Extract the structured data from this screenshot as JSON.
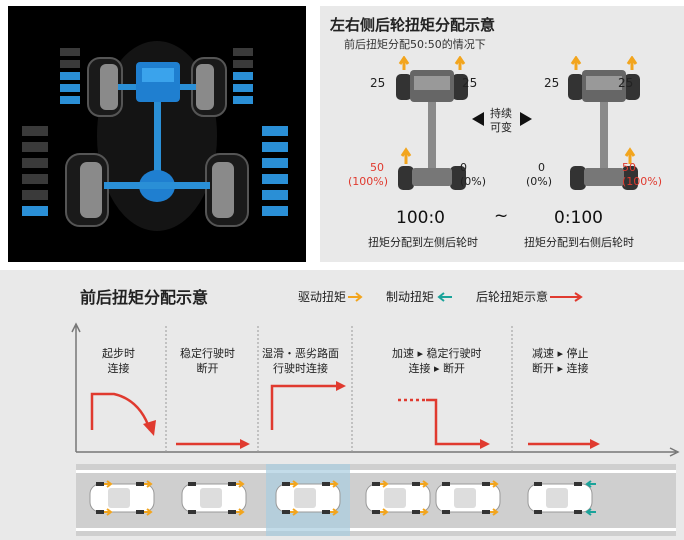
{
  "top_right": {
    "title": "左右侧后轮扭矩分配示意",
    "subtitle": "前后扭矩分配50:50的情况下",
    "left_chassis": {
      "front_left": "25",
      "front_right": "25",
      "rear_left_value": "50",
      "rear_left_pct": "(100%)",
      "rear_right_value": "0",
      "rear_right_pct": "(0%)",
      "ratio": "100:0",
      "caption": "扭矩分配到左侧后轮时"
    },
    "right_chassis": {
      "front_left": "25",
      "front_right": "25",
      "rear_left_value": "0",
      "rear_left_pct": "(0%)",
      "rear_right_value": "50",
      "rear_right_pct": "(100%)",
      "ratio": "0:100",
      "caption": "扭矩分配到右侧后轮时"
    },
    "middle_label_1": "持续",
    "middle_label_2": "可变",
    "tilde": "~"
  },
  "bottom": {
    "title": "前后扭矩分配示意",
    "legend": [
      {
        "label": "驱动扭矩",
        "color": "#f2a51e"
      },
      {
        "label": "制动扭矩",
        "color": "#1aa39a"
      },
      {
        "label": "后轮扭矩示意",
        "color": "#e03a2f"
      }
    ],
    "phases": [
      {
        "line1": "起步时",
        "line2": "连接"
      },
      {
        "line1": "稳定行驶时",
        "line2": "断开"
      },
      {
        "line1": "湿滑・恶劣路面",
        "line2": "行驶时连接"
      },
      {
        "line1": "加速 ▸ 稳定行驶时",
        "line2": "连接 ▸ 断开"
      },
      {
        "line1": "减速 ▸ 停止",
        "line2": "断开 ▸ 连接"
      }
    ]
  },
  "colors": {
    "blue": "#2a8fd6",
    "red": "#e03a2f",
    "orange": "#f2a51e",
    "teal": "#1aa39a"
  }
}
